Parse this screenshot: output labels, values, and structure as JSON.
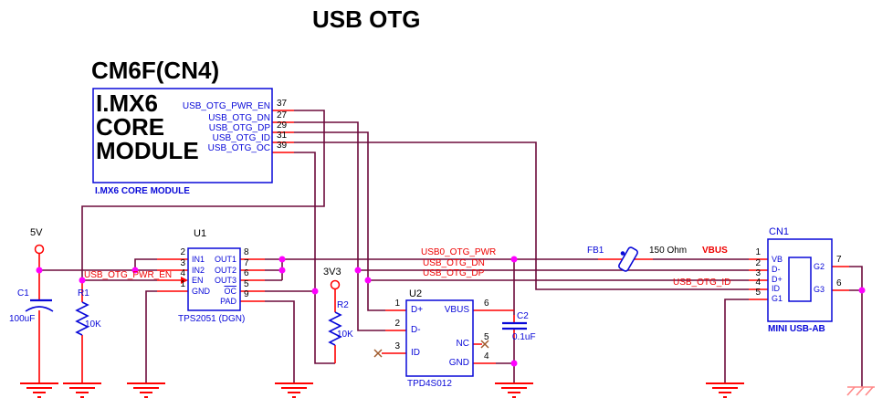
{
  "title": "USB OTG",
  "colors": {
    "wire": "#6d0b3c",
    "pin_red": "#ff0000",
    "component_blue": "#0808d8",
    "junction_magenta": "#ff00ff",
    "net_label_red": "#ee0000",
    "ground_red": "#ff0000",
    "chassis_ground_pink": "#ff8888",
    "no_connect_brown": "#a05a2c"
  },
  "module": {
    "heading": "CM6F(CN4)",
    "line1": "I.MX6",
    "line2": "CORE",
    "line3": "MODULE",
    "caption": "I.MX6 CORE MODULE",
    "pins": [
      {
        "num": "37",
        "label": "USB_OTG_PWR_EN"
      },
      {
        "num": "27",
        "label": "USB_OTG_DN"
      },
      {
        "num": "29",
        "label": "USB_OTG_DP"
      },
      {
        "num": "31",
        "label": "USB_OTG_ID"
      },
      {
        "num": "39",
        "label": "USB_OTG_OC"
      }
    ]
  },
  "u1": {
    "ref": "U1",
    "part": "TPS2051 (DGN)",
    "rows": [
      {
        "left": "IN1",
        "right": "OUT1"
      },
      {
        "left": "IN2",
        "right": "OUT2"
      },
      {
        "left": "EN",
        "right": "OUT3"
      },
      {
        "left": "GND",
        "right": "OC"
      },
      {
        "left": "",
        "right": "PAD"
      }
    ],
    "left_nums": [
      "2",
      "3",
      "4",
      "1"
    ],
    "right_nums": [
      "8",
      "7",
      "6",
      "5",
      "9"
    ]
  },
  "u2": {
    "ref": "U2",
    "part": "TPD4S012",
    "left": [
      {
        "num": "1",
        "name": "D+"
      },
      {
        "num": "2",
        "name": "D-"
      },
      {
        "num": "3",
        "name": "ID"
      }
    ],
    "right": [
      {
        "num": "6",
        "name": "VBUS"
      },
      {
        "num": "5",
        "name": "NC"
      },
      {
        "num": "4",
        "name": "GND"
      }
    ]
  },
  "cn1": {
    "ref": "CN1",
    "part": "MINI USB-AB",
    "left": [
      {
        "num": "1",
        "name": "VB"
      },
      {
        "num": "2",
        "name": "D-"
      },
      {
        "num": "3",
        "name": "D+"
      },
      {
        "num": "4",
        "name": "ID"
      },
      {
        "num": "5",
        "name": "G1"
      }
    ],
    "right": [
      {
        "num": "7",
        "name": "G2"
      },
      {
        "num": "6",
        "name": "G3"
      }
    ]
  },
  "parts": {
    "c1": {
      "ref": "C1",
      "value": "100uF"
    },
    "r1": {
      "ref": "R1",
      "value": "10K"
    },
    "r2": {
      "ref": "R2",
      "value": "10K"
    },
    "c2": {
      "ref": "C2",
      "value": "0.1uF"
    },
    "fb1": {
      "ref": "FB1",
      "value": "150 Ohm"
    }
  },
  "power": {
    "p5v": "5V",
    "p3v3": "3V3"
  },
  "nets": {
    "pwr_en": "USB_OTG_PWR_EN",
    "pwr": "USB0_OTG_PWR",
    "dn": "USB_OTG_DN",
    "dp": "USB_OTG_DP",
    "id": "USB_OTG_ID",
    "vbus": "VBUS"
  }
}
